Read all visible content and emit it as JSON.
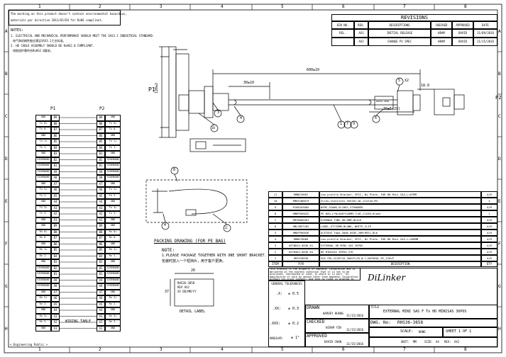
{
  "frame": {
    "col_numbers": [
      "1",
      "2",
      "3",
      "4",
      "5",
      "6",
      "7",
      "8"
    ],
    "row_letters": [
      "A",
      "B",
      "C",
      "D",
      "E",
      "F",
      "G",
      "H"
    ]
  },
  "notes": {
    "header_line1": "The marking on this product doesn't contain environmental hazardous,",
    "header_line2": "materials per directive 2011/65/EU for RoHS compliant.",
    "title": "NOTES:",
    "note1": "1. ELECTRICAL AND MECHANICAL PERFORMANCE SHOULD MEET THE SAS3.1 INDUSTRIAL STANDARD.",
    "note1_cn": "电气和机械性能应满足SAS3.1工业标准。",
    "note2": "2. HE CABLE ASSEMBLY SHOULD BE RoHS2.0 COMPLIANT.",
    "note2_cn": "线缆组件需符合RoHS2.0要求。"
  },
  "revisions": {
    "title": "REVISIONS",
    "headers": [
      "ECN NO.",
      "REV.",
      "DESCRIPTIONS",
      "CHECKED",
      "APPROVED",
      "DATE"
    ],
    "rows": [
      [
        "REL.",
        "AX1",
        "INITIAL RELEASE",
        "HRAM",
        "DAVID",
        "11/09/2016"
      ],
      [
        "",
        "AX2",
        "CHANGE P1 SPEC",
        "HRAM",
        "DAVID",
        "11/15/2016"
      ]
    ]
  },
  "drawing": {
    "p1_label": "P1",
    "p2_label": "P2",
    "dim_600": "600±10",
    "dim_30": "30±10",
    "dim_120": "120±2",
    "dim_18": "18.0",
    "dim_30_5": "30±5(2X)",
    "callout_5x2": "5",
    "callout_x2": "X2",
    "callout_3": "3",
    "callout_4": "4",
    "callout_10": "10",
    "callout_1": "1",
    "callout_7": "7",
    "callout_9": "9",
    "callout_6": "6",
    "callout_8": "8",
    "callout_11": "11",
    "label_text": "RHS36-3858"
  },
  "packing": {
    "title": "PACKING DRAWING (FOR PE BAG)",
    "note_title": "NOTE:",
    "note1": "1.PLEASE PACKAGE TOGETHER WITH ONE SHORT BRACKET.",
    "note1_cn": "包装时放入一个短挡片，用于客户更换。"
  },
  "detail_label": {
    "width": "26",
    "height": "37",
    "line1": "RHS36-3858",
    "line2": "REV AX2",
    "line3": "XX DD/MM/YY",
    "caption": "DETAIL LABEL"
  },
  "wiring": {
    "p1": "P1",
    "p2": "P2",
    "caption": "WIRING TABLE",
    "rows": [
      [
        "GND",
        "B9",
        "",
        "B9",
        "GND"
      ],
      [
        "Tx 0+",
        "B8",
        "",
        "B8",
        "Tx 0+"
      ],
      [
        "Tx 0-",
        "B7",
        "",
        "B7",
        "Tx 0-"
      ],
      [
        "GND",
        "B6",
        "",
        "B6",
        "GND"
      ],
      [
        "Tx 1+",
        "B5",
        "",
        "B5",
        "Tx 1+"
      ],
      [
        "Tx 1-",
        "B4",
        "",
        "B4",
        "Tx 1-"
      ],
      [
        "GND",
        "B3",
        "",
        "B3",
        "GND"
      ],
      [
        "SIDEBAND",
        "B2",
        "",
        "B2",
        "SIDEBAND"
      ],
      [
        "SIDEBAND",
        "B1",
        "",
        "B1",
        "SIDEBAND"
      ],
      [
        "SIDEBAND",
        "A9",
        "",
        "A9",
        "SIDEBAND"
      ],
      [
        "SIDEBAND",
        "A8",
        "",
        "A8",
        "SIDEBAND"
      ],
      [
        "GND",
        "A7",
        "",
        "A7",
        "GND"
      ],
      [
        "Tx 2+",
        "A6",
        "",
        "A6",
        "Tx 2+"
      ],
      [
        "Tx 2-",
        "A5",
        "",
        "A5",
        "Tx 2-"
      ],
      [
        "GND",
        "A4",
        "",
        "A4",
        "GND"
      ],
      [
        "Tx 3+",
        "A3",
        "",
        "A3",
        "Tx 3+"
      ],
      [
        "Tx 3-",
        "A2",
        "",
        "A2",
        "Tx 3-"
      ],
      [
        "GND",
        "A1",
        "",
        "A1",
        "GND"
      ],
      [
        "GND",
        "B9",
        "",
        "B9",
        "GND"
      ],
      [
        "Rx 0+",
        "B8",
        "",
        "B8",
        "Rx 0+"
      ],
      [
        "Rx 0-",
        "B7",
        "",
        "B7",
        "Rx 0-"
      ],
      [
        "GND",
        "B6",
        "",
        "B6",
        "GND"
      ],
      [
        "Rx 1+",
        "B5",
        "",
        "B5",
        "Rx 1+"
      ],
      [
        "Rx 1-",
        "B4",
        "",
        "B4",
        "Rx 1-"
      ],
      [
        "GND",
        "B3",
        "",
        "B3",
        "GND"
      ],
      [
        "SIDEBAND",
        "B2",
        "",
        "B2",
        "SIDEBAND"
      ],
      [
        "SIDEBAND",
        "B1",
        "",
        "B1",
        "SIDEBAND"
      ],
      [
        "SIDEBAND",
        "A9",
        "",
        "A9",
        "SIDEBAND"
      ],
      [
        "SIDEBAND",
        "A8",
        "",
        "A8",
        "SIDEBAND"
      ],
      [
        "GND",
        "A7",
        "",
        "A7",
        "GND"
      ],
      [
        "Rx 2+",
        "A6",
        "",
        "A6",
        "Rx 2+"
      ],
      [
        "Rx 2-",
        "A5",
        "",
        "A5",
        "Rx 2-"
      ],
      [
        "GND",
        "A4",
        "",
        "A4",
        "GND"
      ],
      [
        "Rx 3+",
        "A3",
        "",
        "A3",
        "Rx 3+"
      ],
      [
        "Rx 3-",
        "A2",
        "",
        "A2",
        "Rx 3-"
      ],
      [
        "GND",
        "A1",
        "",
        "A1",
        "GND"
      ]
    ]
  },
  "bom": {
    "headers": [
      "ITEM",
      "P/N",
      "DESCRIPTION",
      "QTY"
    ],
    "rows": [
      [
        "11",
        "RMBK70087",
        "Low profile Bracket, SPCC, Ni Plate, FOR HD Mini SAS,L=67MM",
        "A/R"
      ],
      [
        "10",
        "RMHSCW0079",
        "Screw,stainless SUS301,Ni plated,M3",
        "4"
      ],
      [
        "9",
        "R10810300X",
        "WIRE,32AWG,UL1061,STRANDED",
        "A/R"
      ],
      [
        "8",
        "RMBPE00032",
        "PE BAG,L*W=400*220MM,T=8C,CLEAR,Blank",
        "1"
      ],
      [
        "7",
        "HMTB000501",
        "EXPANDO TUBE,OD=5MM,BLACK",
        "A/R"
      ],
      [
        "6",
        "HMLSB57262",
        "LABEL,57*25MM,BLANK, WHITE,CLIP",
        "A/R"
      ],
      [
        "5",
        "HMWTP00036",
        "ACETOUS Tape,30mm WIDE,30M/REEL,BLK",
        "A/R"
      ],
      [
        "4",
        "RMBK70086",
        "Low profile Bracket, SPCC, Ni Plate, FOR HD Mini SAS,L=108MM",
        "A/R"
      ],
      [
        "3",
        "ASTB644-0036-01",
        "EXTERNAL HD MINI SAS 36POS",
        "A/R"
      ],
      [
        "2",
        "ASTB463-0036-04",
        "HD MINISAS 36POS,STR",
        "A/R"
      ],
      [
        "1",
        "HRSS20036",
        "SAS CBL,UL20744,30#1P+30,W-1,NATURAL,R2,120±P",
        "A/R"
      ]
    ]
  },
  "titleblock": {
    "proprietary": "This drawing is the property of Amphenol Corporation and is delivered on the express condition that it is not to be disclosed, reproduced or used, in whole or in part, for manufacture or sale by anyone other than Amphenol Corporation without its prior consent, and that no right is granted to disclose or use any information contained in said document.",
    "logo": "DiLinker",
    "general_tol": "GENERAL TOLERANCES",
    "tol_x": ".X:",
    "tol_x_val": "± 0.5",
    "tol_xx": ".XX:",
    "tol_xx_val": "± 0.3",
    "tol_xxx": ".XXX:",
    "tol_xxx_val": "± 0.2",
    "tol_ang": "ANGULAR:",
    "tol_ang_val": "± 1°",
    "drawn_label": "DRAWN",
    "drawn_name": "HARVEY HUANG",
    "drawn_date": "11/15/2016",
    "checked_label": "CHECKED",
    "checked_name": "HIRAM YIN",
    "checked_date": "11/15/2016",
    "approved_label": "APPROVED",
    "approved_name": "DAVID CHAN",
    "approved_date": "11/15/2016",
    "title_label": "TITLE",
    "title": "EXTERNAL MINI SAS F To HD MINISAS 36POS",
    "dwg_label": "DWG. No:",
    "dwg_no": "RHS36-3858",
    "scale_label": "SCALE:",
    "scale": "NONE",
    "sheet": "SHEET 1 OF 1",
    "unit_label": "UNIT:",
    "unit": "MM",
    "size_label": "SIZE:",
    "size": "A4",
    "rev_label": "REV:",
    "rev": "AX2"
  },
  "footer": "< Engineering Public >"
}
